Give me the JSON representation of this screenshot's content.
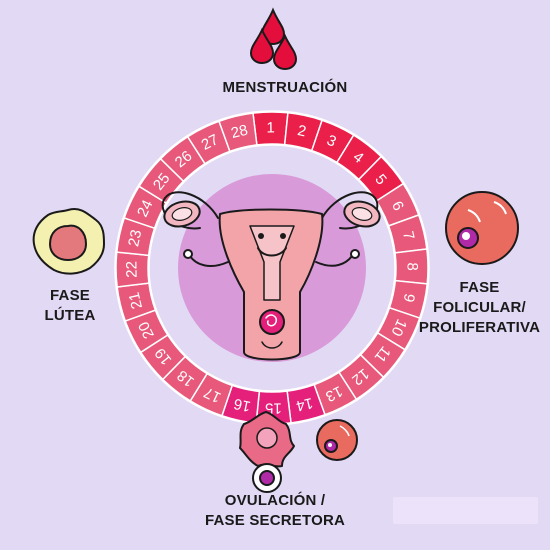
{
  "labels": {
    "menstruacion": "MENSTRUACIÓN",
    "lutea": [
      "FASE",
      "LÚTEA"
    ],
    "folicular": [
      "FASE",
      "FOLICULAR/",
      "PROLIFERATIVA"
    ],
    "ovulacion": [
      "OVULACIÓN /",
      "FASE SECRETORA"
    ]
  },
  "cycle": {
    "days": [
      "1",
      "2",
      "3",
      "4",
      "5",
      "6",
      "7",
      "8",
      "9",
      "10",
      "11",
      "12",
      "13",
      "14",
      "15",
      "16",
      "17",
      "18",
      "19",
      "20",
      "21",
      "22",
      "23",
      "24",
      "25",
      "26",
      "27",
      "28"
    ],
    "menstruation_days": [
      "1",
      "2",
      "3",
      "4",
      "5"
    ],
    "ovulation_days": [
      "14",
      "15",
      "16"
    ]
  },
  "colors": {
    "background": "#e2d9f4",
    "ring_main": "#e7587a",
    "ring_menstruation": "#ea1f4a",
    "ring_ovulation": "#e4207a",
    "blood": "#e40e3c",
    "uterus": "#f2a4a9",
    "glow": "#d99ad9"
  }
}
